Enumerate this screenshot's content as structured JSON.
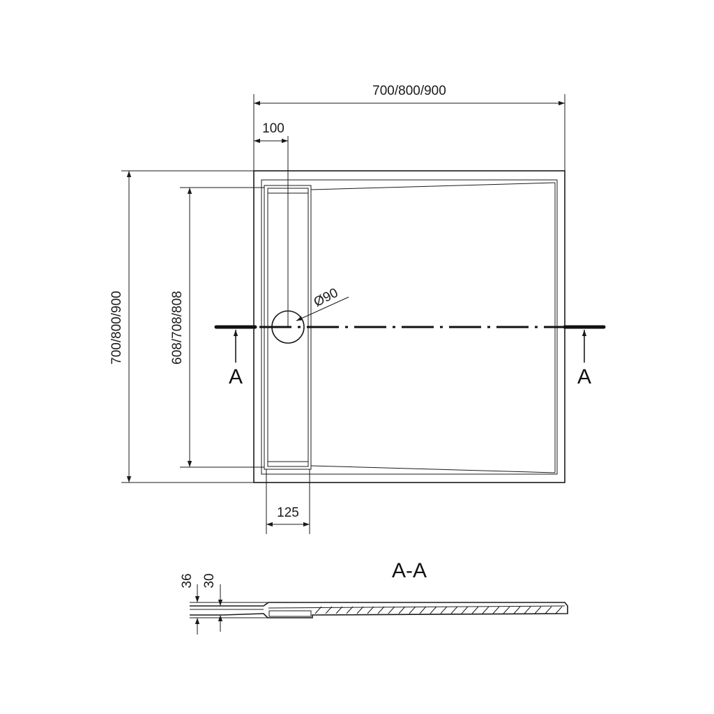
{
  "dimensions": {
    "width_total": "700/800/900",
    "channel_offset": "100",
    "height_total": "700/800/900",
    "channel_length": "608/708/808",
    "channel_width": "125",
    "drain_diameter": "Ø90",
    "section_height_total": "36",
    "section_height_edge": "30"
  },
  "section": {
    "marker_left": "A",
    "marker_right": "A",
    "title": "A-A"
  }
}
